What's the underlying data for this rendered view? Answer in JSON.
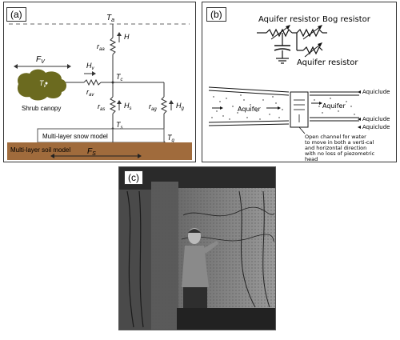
{
  "panel_a": {
    "label": "(a)",
    "t_a": "T",
    "t_a_sub": "a",
    "r_aa": "r",
    "r_aa_sub": "aa",
    "H": "H",
    "F_v": "F",
    "F_v_sub": "V",
    "H_v": "H",
    "H_v_sub": "v",
    "T_v": "T",
    "T_v_sub": "v",
    "r_av": "r",
    "r_av_sub": "av",
    "T_c": "T",
    "T_c_sub": "c",
    "shrub": "Shrub canopy",
    "r_as": "r",
    "r_as_sub": "as",
    "H_s": "H",
    "H_s_sub": "s",
    "r_ag": "r",
    "r_ag_sub": "ag",
    "H_g": "H",
    "H_g_sub": "g",
    "T_s": "T",
    "T_s_sub": "s",
    "snow": "Multi-layer snow model",
    "T_g": "T",
    "T_g_sub": "g",
    "soil": "Multi-layer soil model",
    "F_s": "F",
    "F_s_sub": "S"
  },
  "panel_b": {
    "label": "(b)",
    "aquifer_resistor_1": "Aquifer resistor",
    "bog_resistor": "Bog resistor",
    "aquifer_resistor_2": "Aquifer resistor",
    "aquifer_left": "Aquifer",
    "aquifer_right": "Aquifer",
    "aquiclude_1": "Aquiclude",
    "aquiclude_2": "Aquiclude",
    "aquiclude_3": "Aquiclude",
    "caption_1": "Open channel for water",
    "caption_2": "to move in both a verti-cal",
    "caption_3": "and horizontal direction",
    "caption_4": "with no loss of piezometric",
    "caption_5": "head"
  },
  "panel_c": {
    "label": "(c)"
  },
  "colors": {
    "shrub": "#6b6a1f",
    "soil": "#a06b3c",
    "snow_box": "#ffffff",
    "photo_bg": "#3a3a3a"
  }
}
